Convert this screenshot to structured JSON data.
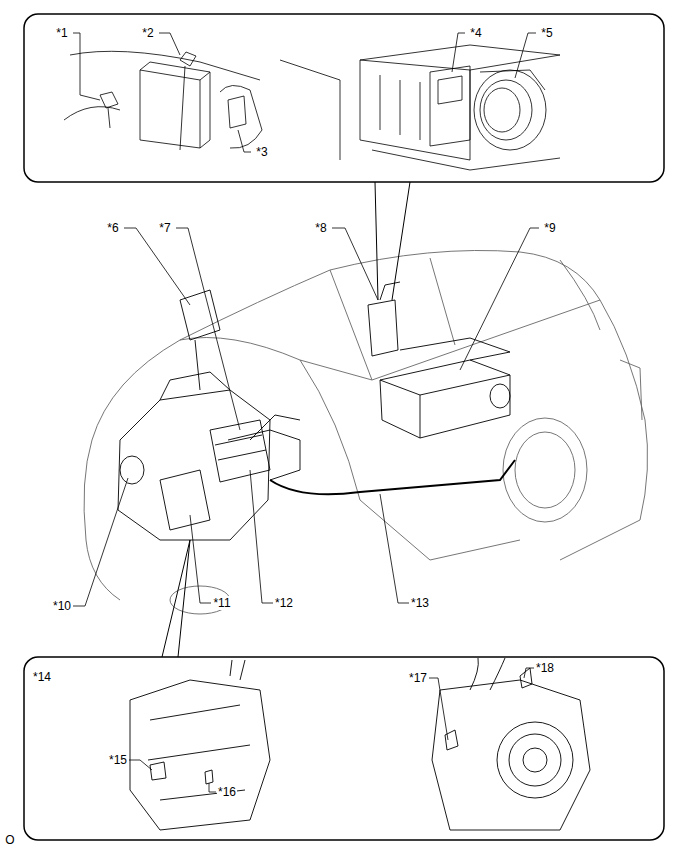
{
  "diagram": {
    "labels": [
      "*1",
      "*2",
      "*3",
      "*4",
      "*5",
      "*6",
      "*7",
      "*8",
      "*9",
      "*10",
      "*11",
      "*12",
      "*13",
      "*14",
      "*15",
      "*16",
      "*17",
      "*18",
      "O"
    ]
  }
}
